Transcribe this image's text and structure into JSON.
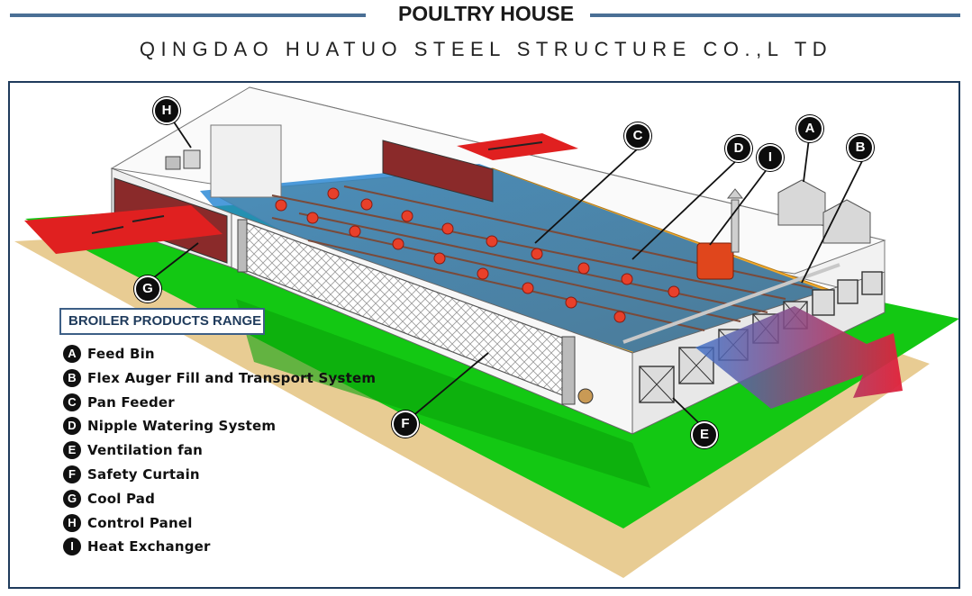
{
  "header": {
    "title": "POULTRY HOUSE",
    "company": "QINGDAO HUATUO STEEL STRUCTURE CO.,L TD"
  },
  "legend": {
    "title": "BROILER PRODUCTS RANGE",
    "items": [
      {
        "key": "A",
        "label": "Feed Bin"
      },
      {
        "key": "B",
        "label": "Flex Auger Fill and Transport System"
      },
      {
        "key": "C",
        "label": "Pan Feeder"
      },
      {
        "key": "D",
        "label": "Nipple Watering System"
      },
      {
        "key": "E",
        "label": "Ventilation fan"
      },
      {
        "key": "F",
        "label": "Safety Curtain"
      },
      {
        "key": "G",
        "label": "Cool Pad"
      },
      {
        "key": "H",
        "label": "Control Panel"
      },
      {
        "key": "I",
        "label": "Heat Exchanger"
      }
    ]
  },
  "callouts": {
    "A": "A",
    "B": "B",
    "C": "C",
    "D": "D",
    "E": "E",
    "F": "F",
    "G": "G",
    "H": "H",
    "I": "I"
  },
  "colors": {
    "accent_line": "#4a6f95",
    "frame": "#1f3b5c",
    "ground": "#e8cc93",
    "grass": "#12cc12",
    "floor": "#f3a92b",
    "air_flow": "#2f7fc6",
    "hot_air": "#e8202a",
    "cool_pad": "#8a2a2a"
  }
}
